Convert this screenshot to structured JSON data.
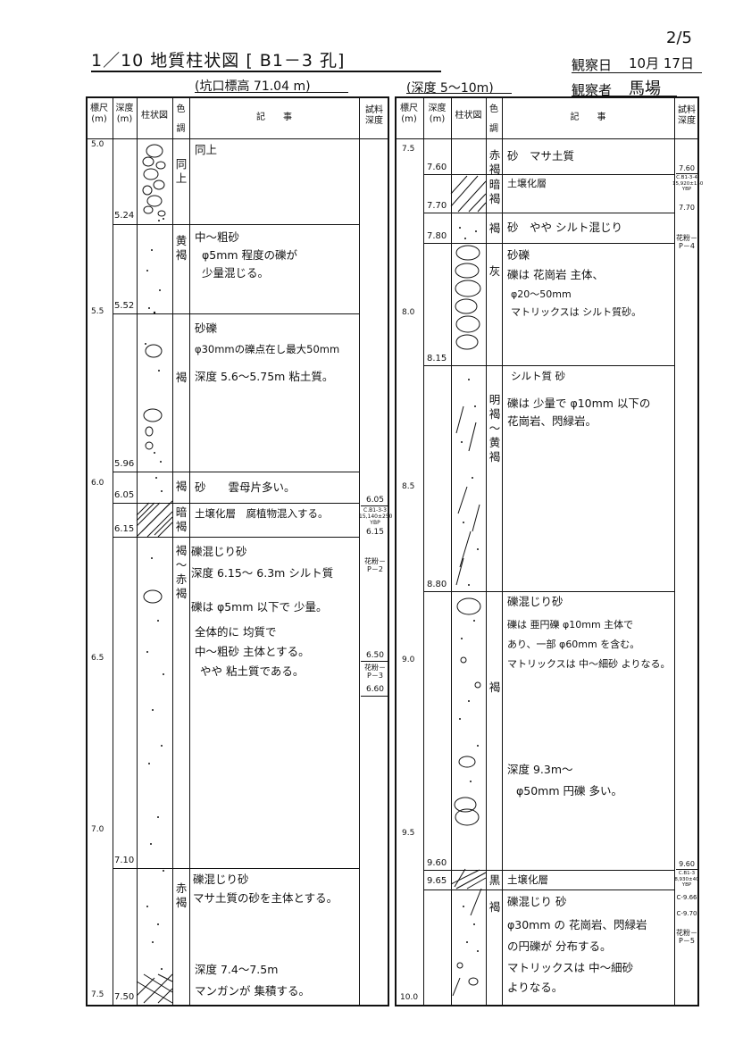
{
  "page_number": "2/5",
  "title": "1／10  地質柱状図  [  B1－3  孔]",
  "observation": {
    "date_label": "観察日",
    "date_value": "10月 17日",
    "observer_label": "観察者",
    "observer_value": "馬場"
  },
  "pit_elevation": "(坑口標高   71.04   m)",
  "depth_range": "(深度  5～10m)",
  "headers": {
    "scale": "標尺\n(m)",
    "depth": "深度\n(m)",
    "column": "柱状図",
    "color": "色\n調",
    "notes": "記　　事",
    "sample": "試料\n深度"
  },
  "left": {
    "scale_ticks": [
      "5.0",
      "5.5",
      "6.0",
      "6.5",
      "7.0",
      "7.5"
    ],
    "depths": [
      "5.24",
      "5.52",
      "5.96",
      "6.05",
      "6.15",
      "7.10",
      "7.50"
    ],
    "colors": [
      "同\n上",
      "黄\n褐",
      "褐",
      "褐",
      "暗\n褐",
      "褐\n～\n赤\n褐",
      "赤\n褐"
    ],
    "notes": [
      "同上",
      "中～粗砂",
      "φ5mm 程度の礫が",
      "少量混じる。",
      "砂礫",
      "φ30mmの礫点在し最大50mm",
      "深度 5.6～5.75m 粘土質。",
      "砂　　雲母片多い。",
      "土壌化層　腐植物混入する。",
      "礫混じり砂",
      "深度 6.15～ 6.3m シルト質",
      "礫は φ5mm 以下で 少量。",
      "全体的に 均質で",
      "中～粗砂 主体とする。",
      "やや 粘土質である。",
      "礫混じり砂",
      "マサ土質の砂を主体とする。",
      "深度 7.4～7.5m",
      "マンガンが 集積する。"
    ],
    "samples": {
      "s1_top": "6.05",
      "s1_id": "C.B1-3-3\n15,140±250\nYBP",
      "s1_bot": "6.15",
      "s2_id": "花粉－\nP－2",
      "s3_top": "6.50",
      "s3_id": "花粉－\nP－3",
      "s3_bot": "6.60"
    }
  },
  "right": {
    "scale_ticks": [
      "7.5",
      "8.0",
      "8.5",
      "9.0",
      "9.5",
      "10.0"
    ],
    "depths": [
      "7.60",
      "7.70",
      "7.80",
      "8.15",
      "8.80",
      "9.60",
      "9.65"
    ],
    "colors": [
      "赤\n褐",
      "暗\n褐",
      "褐",
      "灰",
      "明\n褐\n～\n黄\n褐",
      "褐",
      "黒",
      "褐"
    ],
    "notes": [
      "砂　マサ土質",
      "土壌化層",
      "砂　やや シルト混じり",
      "砂礫",
      "礫は 花崗岩 主体、",
      "φ20～50mm",
      "マトリックスは シルト質砂。",
      "シルト質 砂",
      "礫は 少量で φ10mm 以下の",
      "花崗岩、閃緑岩。",
      "礫混じり砂",
      "礫は 亜円礫 φ10mm 主体で",
      "あり、一部 φ60mm を含む。",
      "マトリックスは 中～細砂 よりなる。",
      "深度 9.3m～",
      "φ50mm 円礫 多い。",
      "土壌化層",
      "礫混じり 砂",
      "φ30mm の 花崗岩、閃緑岩",
      "の円礫が 分布する。",
      "マトリックスは 中～細砂",
      "よりなる。"
    ],
    "samples": {
      "s1_top": "7.60",
      "s1_id": "C.B1-3-4\n15,920±150\nYBP",
      "s1_bot": "7.70",
      "s2_id": "花粉－\nP－4",
      "s3_top": "9.60",
      "s3_id": "C.B1-3\n8,930±40\nYBP",
      "s3_bot": "C-9.66",
      "s4": "C-9.70",
      "s5_id": "花粉－\nP－5"
    }
  }
}
